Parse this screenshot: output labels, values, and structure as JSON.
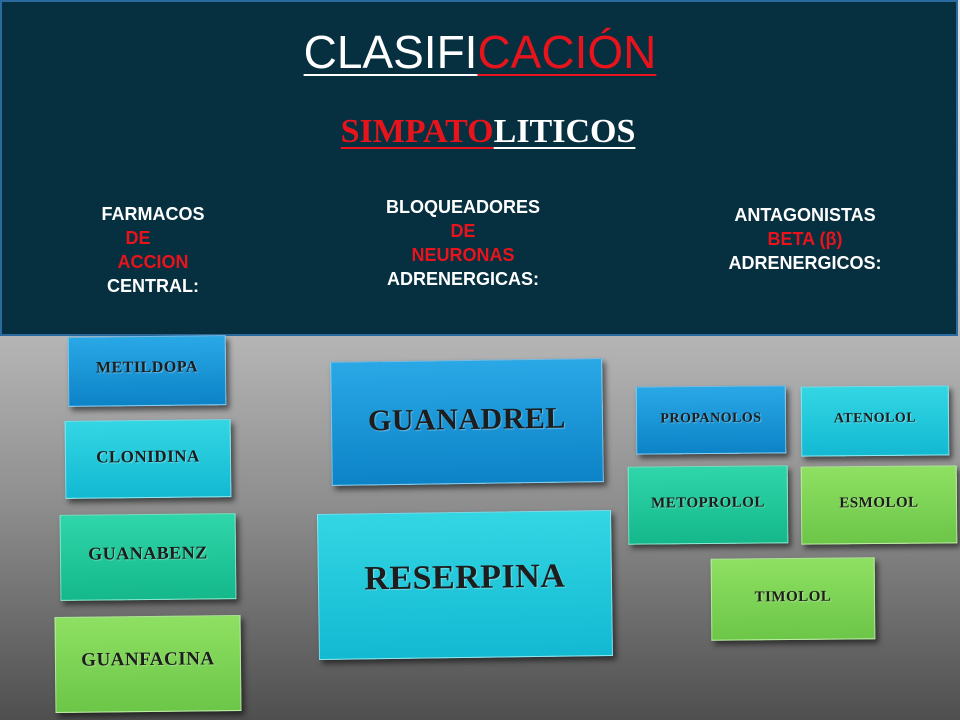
{
  "title": {
    "part1": "CLASIFI",
    "part2": "CACIÓN"
  },
  "subtitle": {
    "part1": "SIMPATO",
    "part2": "LITICOS"
  },
  "categories": [
    {
      "lines": [
        {
          "text": "FARMACOS",
          "color": "white"
        },
        {
          "text": "DE",
          "color": "red"
        },
        {
          "text": "ACCION",
          "color": "red"
        },
        {
          "text": "CENTRAL:",
          "color": "white"
        }
      ]
    },
    {
      "lines": [
        {
          "text": "BLOQUEADORES",
          "color": "white"
        },
        {
          "text": "DE",
          "color": "red"
        },
        {
          "text": "NEURONAS",
          "color": "red"
        },
        {
          "text": "ADRENERGICAS:",
          "color": "white"
        }
      ]
    },
    {
      "lines": [
        {
          "text": "ANTAGONISTAS",
          "color": "white"
        },
        {
          "text": "BETA (β)",
          "color": "red"
        },
        {
          "text": "ADRENERGICOS:",
          "color": "white"
        }
      ]
    }
  ],
  "drugs": {
    "central": [
      "METILDOPA",
      "CLONIDINA",
      "GUANABENZ",
      "GUANFACINA"
    ],
    "neuronas": [
      "GUANADREL",
      "RESERPINA"
    ],
    "beta": [
      "PROPANOLOS",
      "ATENOLOL",
      "METOPROLOL",
      "ESMOLOL",
      "TIMOLOL"
    ]
  },
  "colors": {
    "header_bg": "#062f40",
    "accent_red": "#e8141b",
    "blue": "#0c83c7",
    "cyan": "#12b9d2",
    "teal": "#14b88a",
    "green": "#6cc648"
  }
}
